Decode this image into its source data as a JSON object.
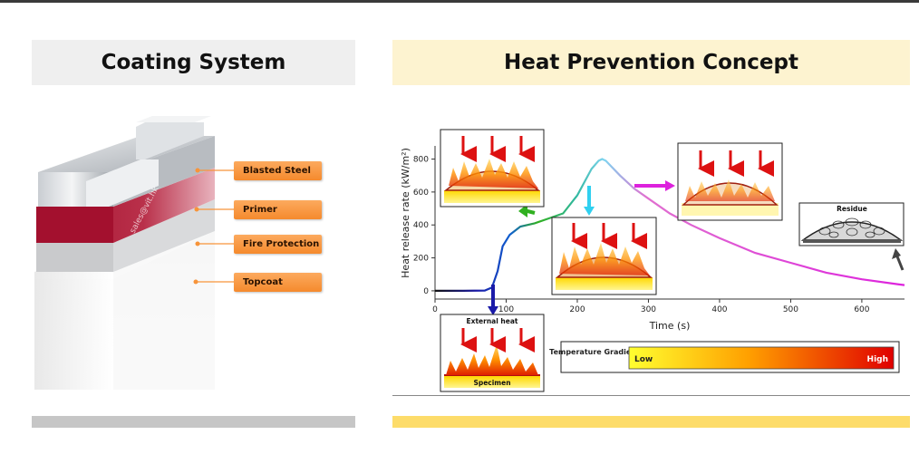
{
  "headers": {
    "left": "Coating System",
    "right": "Heat Prevention Concept"
  },
  "coating_layers": [
    "Blasted Steel",
    "Primer",
    "Fire Protection",
    "Topcoat"
  ],
  "watermark": "sales@vit.hk",
  "colors": {
    "tag": "#f7943a",
    "primer": "#a3102e",
    "left_header_bg": "#efefef",
    "right_header_bg": "#fdf3d0",
    "left_footer": "#c6c6c6",
    "right_footer": "#fddc6a"
  },
  "chart_data": {
    "type": "line",
    "xlabel": "Time (s)",
    "ylabel": "Heat release rate (kW/m²)",
    "xlim": [
      0,
      660
    ],
    "ylim": [
      -50,
      880
    ],
    "xticks": [
      0,
      100,
      200,
      300,
      400,
      500,
      600
    ],
    "yticks": [
      0,
      200,
      400,
      600,
      800
    ],
    "series": [
      {
        "x": [
          0,
          40,
          70,
          80,
          88,
          95,
          105,
          120,
          140,
          160,
          180,
          200,
          210,
          220,
          230,
          235,
          240,
          260,
          280,
          300,
          330,
          360,
          400,
          450,
          500,
          550,
          600,
          650,
          660
        ],
        "y": [
          0,
          0,
          2,
          20,
          120,
          270,
          340,
          390,
          410,
          440,
          470,
          580,
          660,
          740,
          790,
          800,
          790,
          700,
          620,
          560,
          470,
          400,
          320,
          230,
          170,
          110,
          70,
          40,
          35
        ]
      }
    ],
    "annotations": [
      "External heat",
      "Specimen",
      "Residue"
    ],
    "legend": {
      "title": "Temperature Gradient",
      "low": "Low",
      "high": "High"
    }
  }
}
